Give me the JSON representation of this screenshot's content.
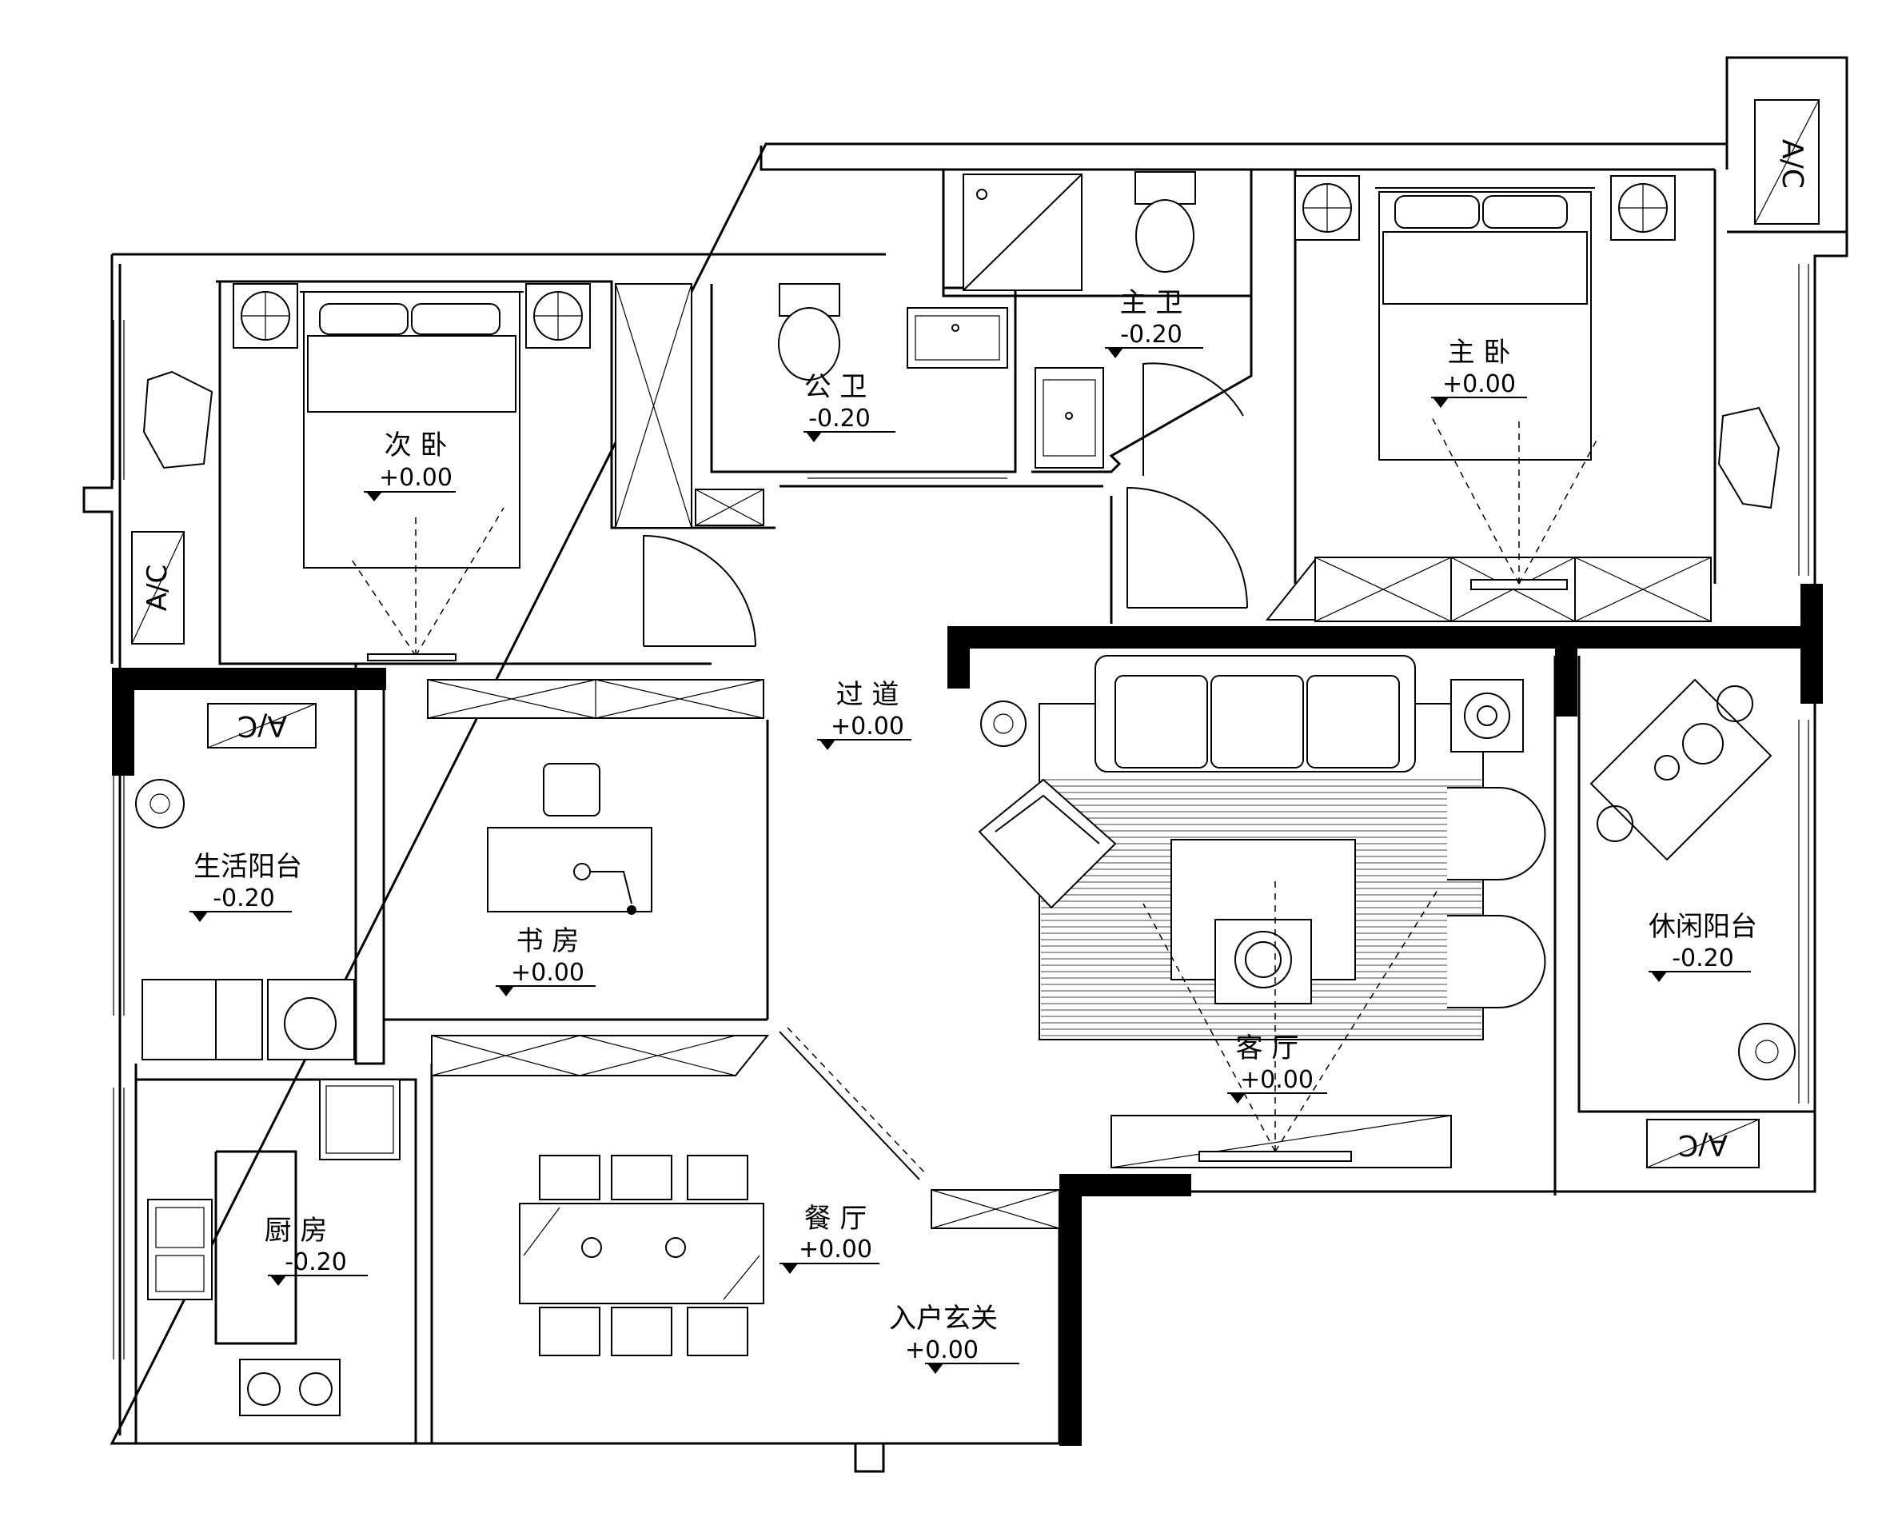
{
  "rooms": [
    {
      "id": "secondary-bedroom",
      "name": "次 卧",
      "level": "+0.00"
    },
    {
      "id": "public-bathroom",
      "name": "公 卫",
      "level": "-0.20"
    },
    {
      "id": "master-bathroom",
      "name": "主 卫",
      "level": "-0.20"
    },
    {
      "id": "master-bedroom",
      "name": "主 卧",
      "level": "+0.00"
    },
    {
      "id": "corridor",
      "name": "过 道",
      "level": "+0.00"
    },
    {
      "id": "utility-balcony",
      "name": "生活阳台",
      "level": "-0.20"
    },
    {
      "id": "study",
      "name": "书 房",
      "level": "+0.00"
    },
    {
      "id": "living-room",
      "name": "客 厅",
      "level": "+0.00"
    },
    {
      "id": "leisure-balcony",
      "name": "休闲阳台",
      "level": "-0.20"
    },
    {
      "id": "kitchen",
      "name": "厨 房",
      "level": "-0.20"
    },
    {
      "id": "dining-room",
      "name": "餐 厅",
      "level": "+0.00"
    },
    {
      "id": "entrance",
      "name": "入户玄关",
      "level": "+0.00"
    }
  ],
  "ac_units": [
    {
      "id": "ac-top-right",
      "text": "A/C"
    },
    {
      "id": "ac-left",
      "text": "A/C"
    },
    {
      "id": "ac-utility",
      "text": "A/C"
    },
    {
      "id": "ac-bottom-right",
      "text": "A/C"
    }
  ]
}
